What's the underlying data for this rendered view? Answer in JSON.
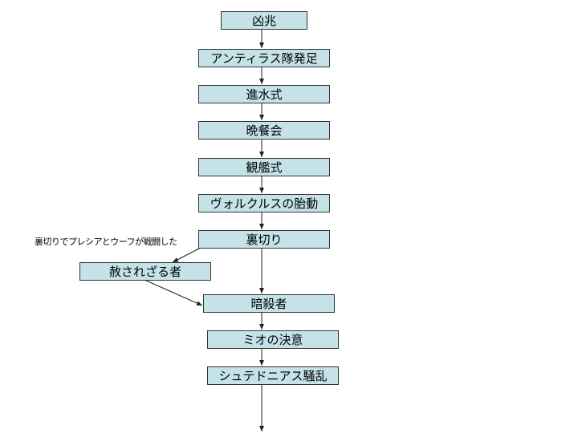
{
  "nodes": [
    "凶兆",
    "アンティラス隊発足",
    "進水式",
    "晩餐会",
    "観艦式",
    "ヴォルクルスの胎動",
    "裏切り",
    "赦されざる者",
    "暗殺者",
    "ミオの決意",
    "シュテドニアス騒乱"
  ],
  "annotation": "裏切りでプレシアとウーフが戦闘した",
  "colors": {
    "box_fill": "#c4e2e8",
    "stroke": "#333333"
  }
}
